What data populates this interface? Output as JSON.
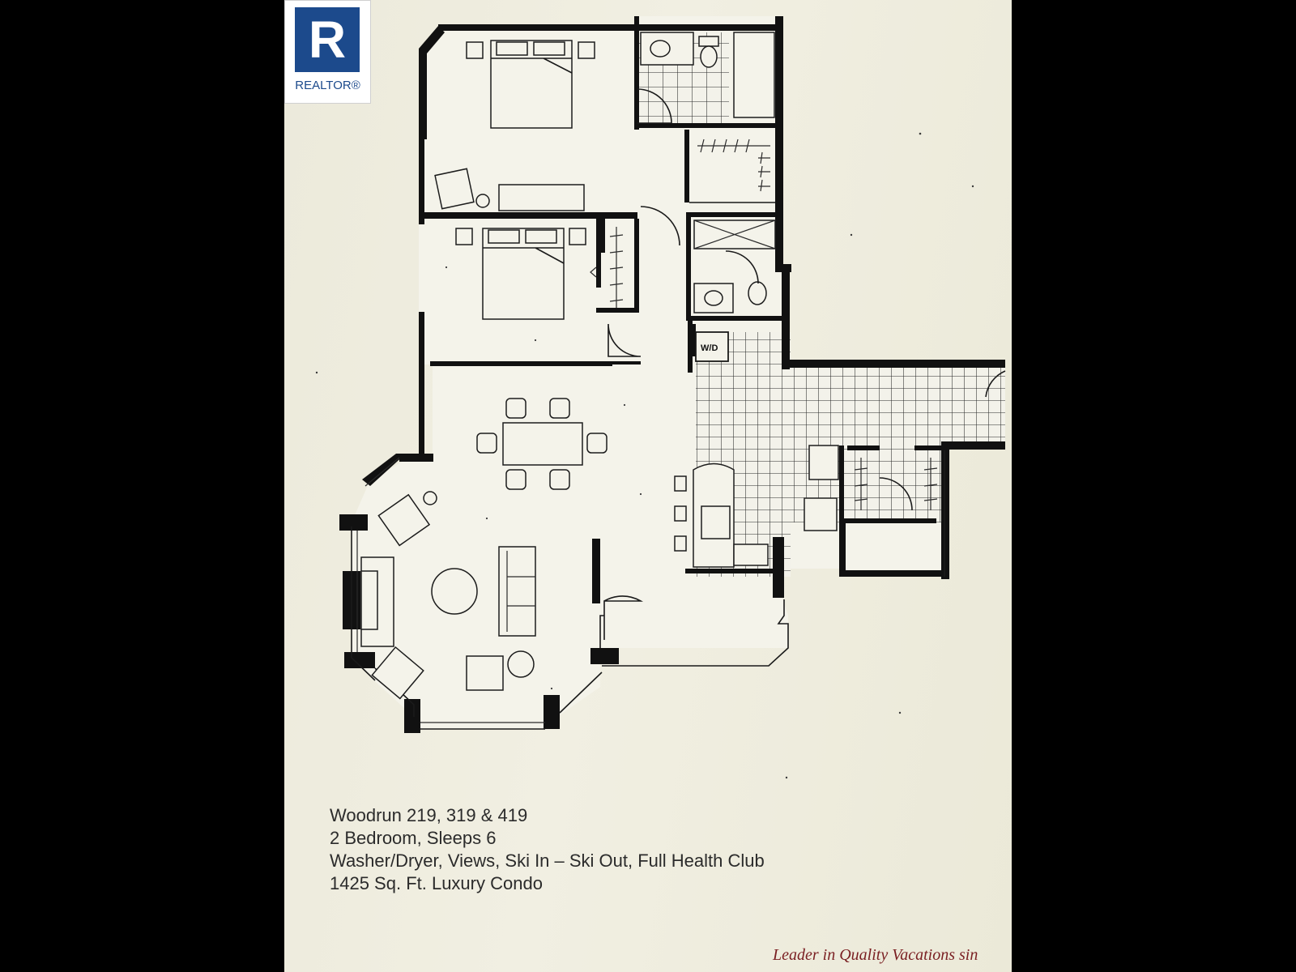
{
  "logo": {
    "mark": "R",
    "brand": "REALTOR®"
  },
  "floor_plan": {
    "laundry_label": "W/D"
  },
  "caption": {
    "line1": "Woodrun 219, 319 & 419",
    "line2": "2 Bedroom, Sleeps 6",
    "line3": "Washer/Dryer, Views, Ski In – Ski Out, Full Health Club",
    "line4": "1425 Sq. Ft. Luxury Condo"
  },
  "footer": {
    "tagline": "Leader in Quality Vacations sin"
  },
  "colors": {
    "paper": "#efede0",
    "ink": "#111111",
    "logo_blue": "#1c4a8c",
    "tagline_red": "#7a1f22"
  }
}
